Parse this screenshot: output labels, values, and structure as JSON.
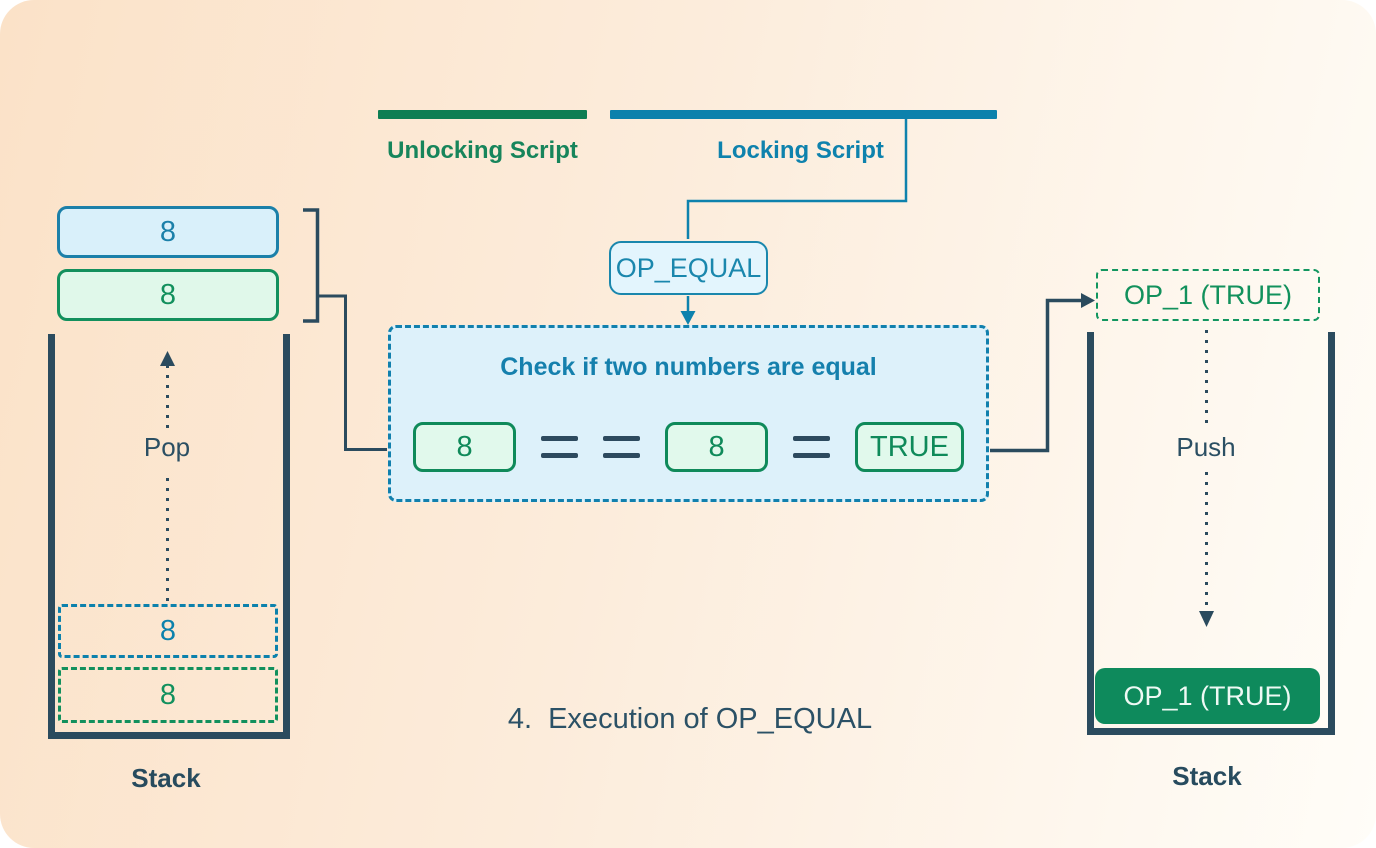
{
  "scripts": {
    "unlocking": "Unlocking Script",
    "locking": "Locking Script"
  },
  "opcode": "OP_EQUAL",
  "check_panel": {
    "title": "Check if two numbers are equal",
    "expression": "8 == 8 = TRUE",
    "operand1": "8",
    "operand2": "8",
    "result": "TRUE"
  },
  "left_stack": {
    "popped_items": [
      "8",
      "8"
    ],
    "ghost_items": [
      "8",
      "8"
    ],
    "action": "Pop",
    "label": "Stack"
  },
  "right_stack": {
    "incoming_item": "OP_1 (TRUE)",
    "action": "Push",
    "top_item": "OP_1 (TRUE)",
    "label": "Stack"
  },
  "caption": {
    "number": "4.",
    "text": "Execution of OP_EQUAL"
  },
  "colors": {
    "accent_blue": "#0e81ac",
    "accent_green": "#0f8456",
    "dark_slate": "#2b4b5e",
    "panel_fill": "#ddf1fa",
    "blue_item_fill": "#d9f0fa",
    "green_item_fill": "#e1f9ec",
    "pushed_item_fill": "#0e8a5c",
    "background_left": "#fbe2c8",
    "background_right": "#fffdf8"
  }
}
